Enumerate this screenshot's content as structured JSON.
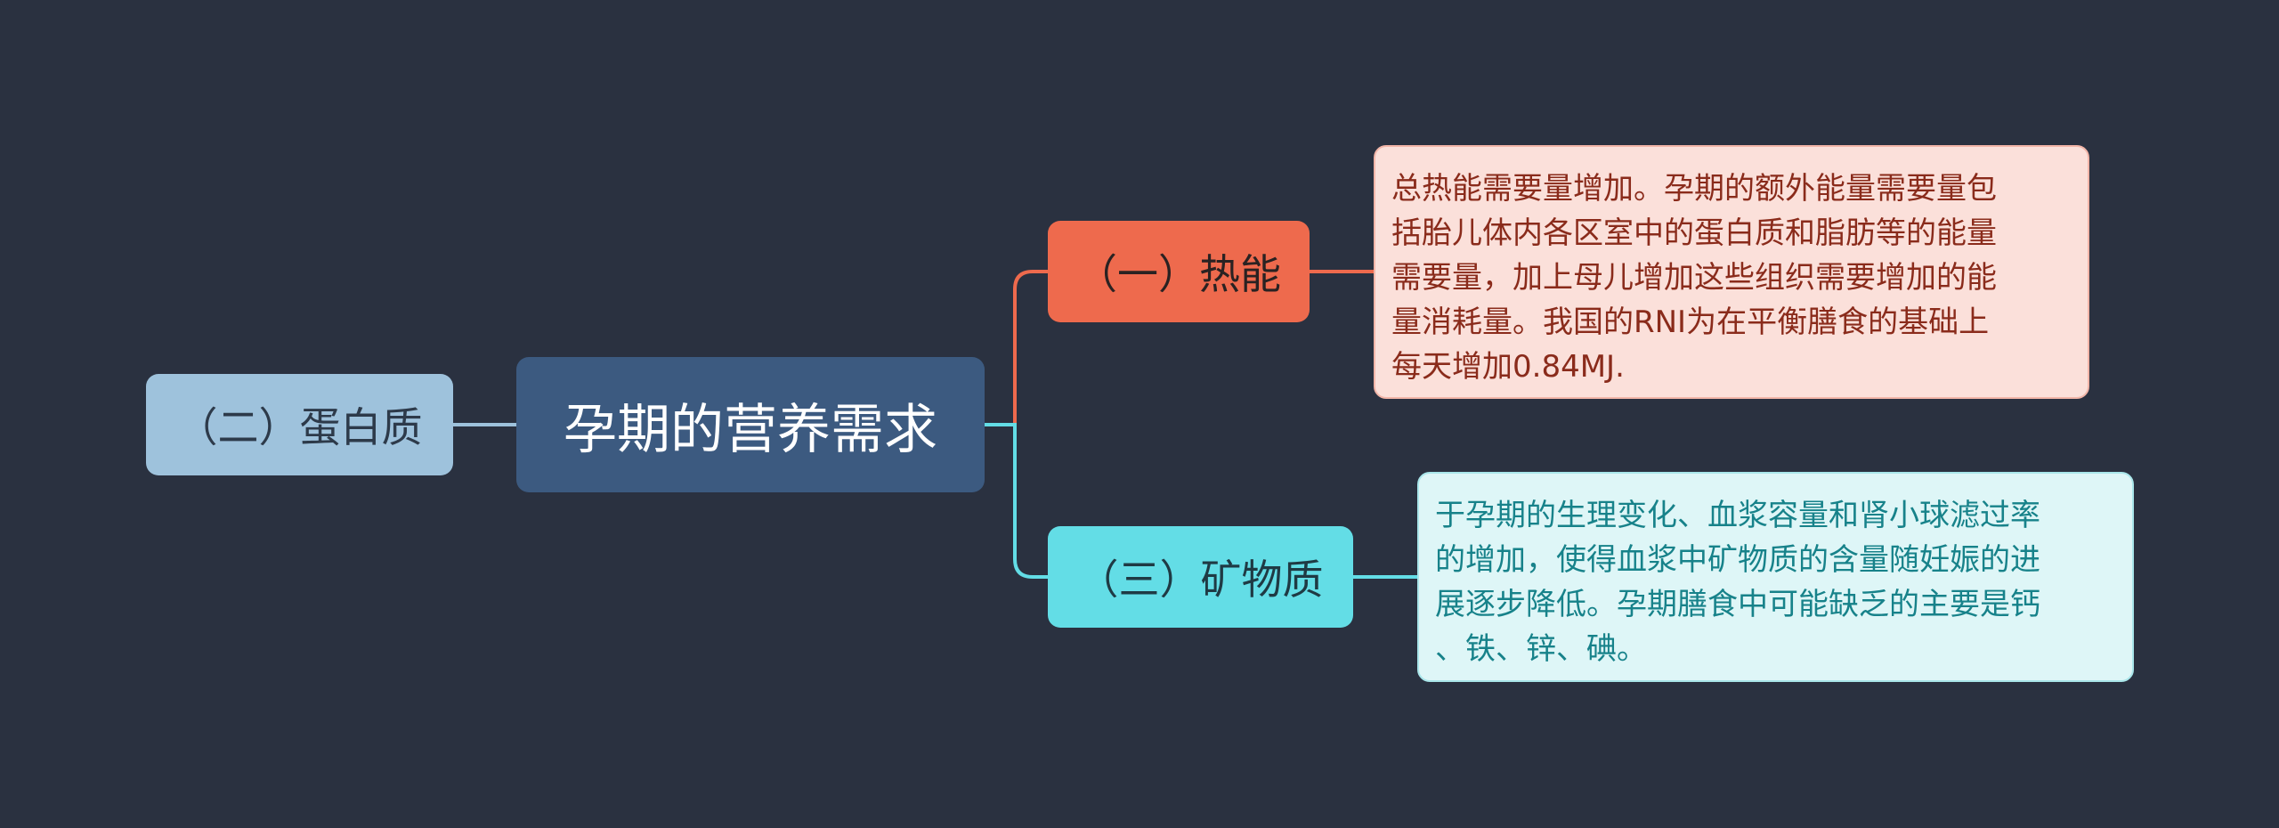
{
  "colors": {
    "background": "#2a3140",
    "root": "#3c5a80",
    "branch_left": "#9ec2dc",
    "branch_heat": "#ee6a4d",
    "branch_mineral": "#63dde6",
    "note_heat_bg": "#fbe0da",
    "note_mineral_bg": "#def6f7"
  },
  "root": {
    "label": "孕期的营养需求"
  },
  "left_branch": {
    "label": "（二）蛋白质"
  },
  "branches": [
    {
      "label": "（一）热能",
      "note_lines": [
        "总热能需要量增加。孕期的额外能量需要量包",
        "括胎儿体内各区室中的蛋白质和脂肪等的能量",
        "需要量，加上母儿增加这些组织需要增加的能",
        "量消耗量。我国的RNI为在平衡膳食的基础上",
        "每天增加0.84MJ."
      ]
    },
    {
      "label": "（三）矿物质",
      "note_lines": [
        "于孕期的生理变化、血浆容量和肾小球滤过率",
        "的增加，使得血浆中矿物质的含量随妊娠的进",
        "展逐步降低。孕期膳食中可能缺乏的主要是钙",
        "、铁、锌、碘。"
      ]
    }
  ]
}
